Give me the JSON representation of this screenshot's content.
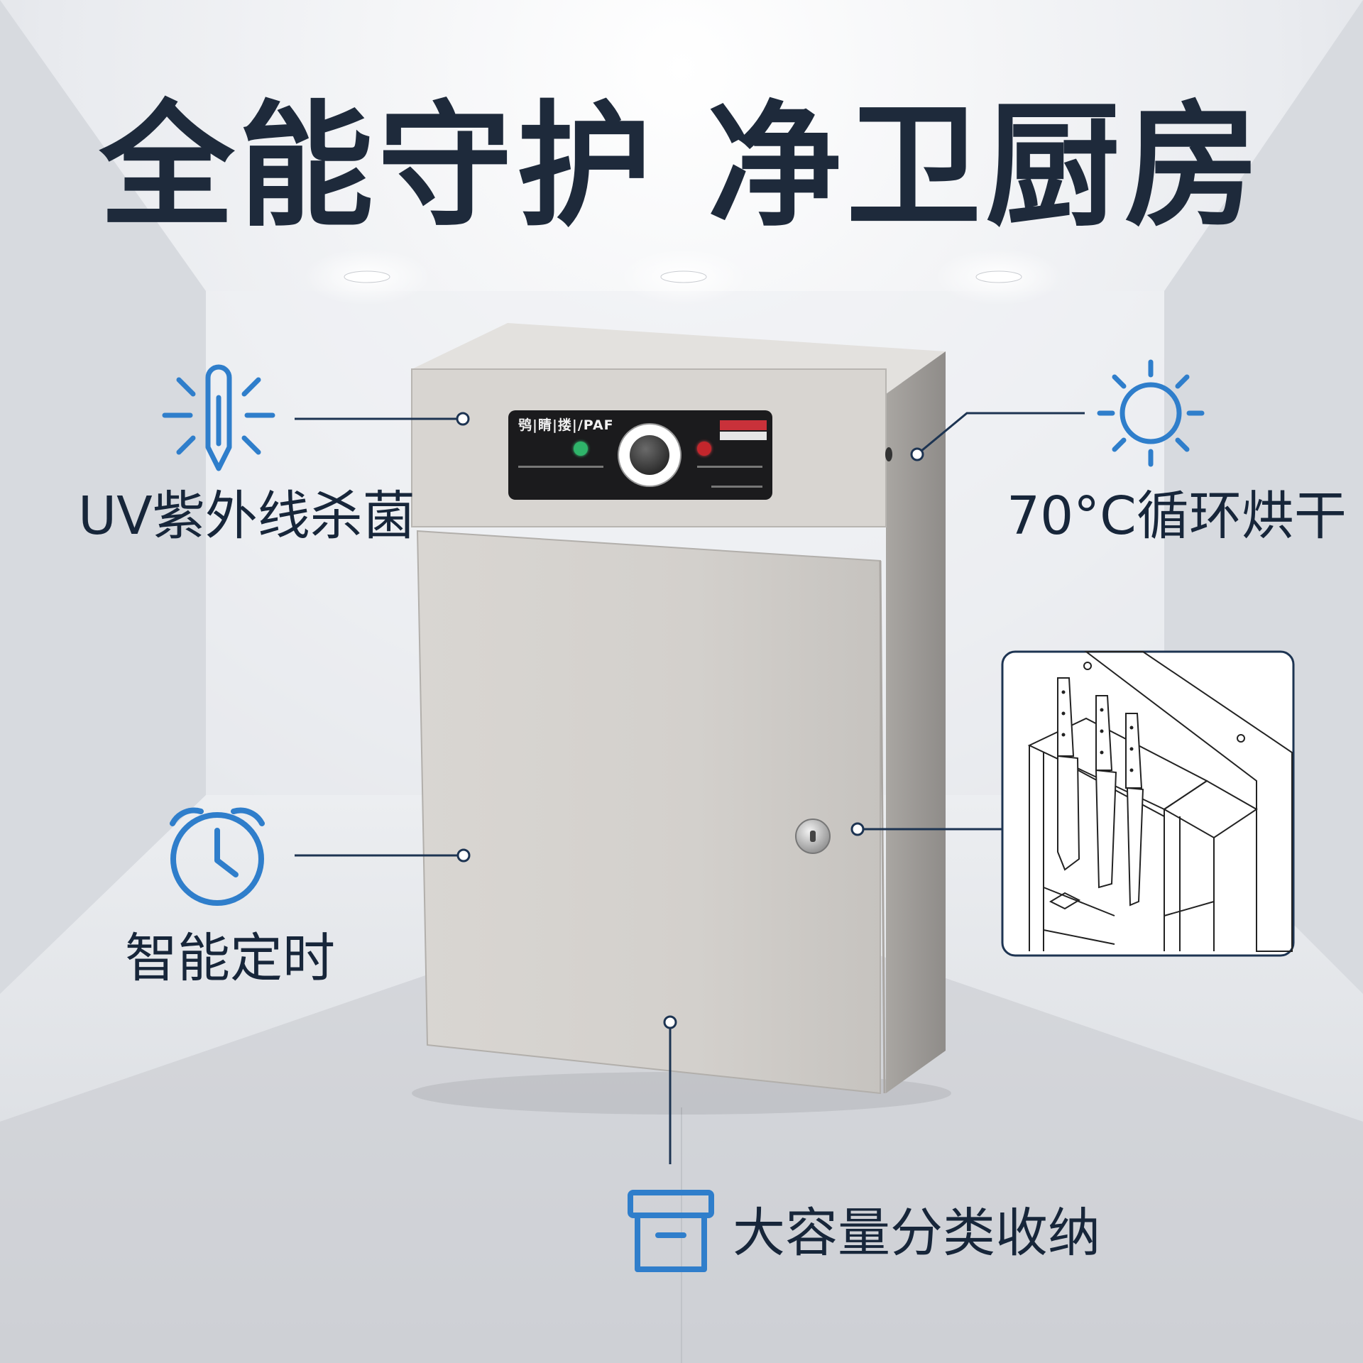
{
  "headline": "全能守护 净卫厨房",
  "features": {
    "uv": {
      "label": "UV紫外线杀菌",
      "icon": "uv-lamp-icon"
    },
    "dry": {
      "label": "70°C循环烘干",
      "icon": "sun-icon"
    },
    "timer": {
      "label": "智能定时",
      "icon": "alarm-clock-icon"
    },
    "storage": {
      "label": "大容量分类收纳",
      "icon": "storage-box-icon"
    }
  },
  "inset": {
    "icon": "knife-rack-illustration"
  },
  "control_panel": {
    "brand_logo": "鸮|睛|搂|/PAF"
  },
  "colors": {
    "accent_blue": "#2f7ecb",
    "text_dark": "#1e2a3b",
    "line_navy": "#1d3452",
    "cabinet": "#d5d2ce"
  }
}
